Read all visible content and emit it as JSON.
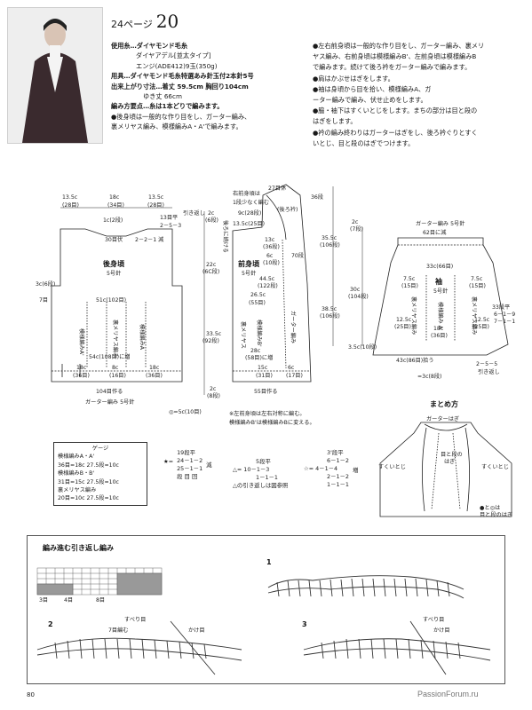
{
  "header": {
    "page_ref": "24ページ",
    "pattern_no": "20"
  },
  "materials": {
    "yarn_label": "使用糸…ダイヤモンド毛糸",
    "yarn_name": "ダイヤアデル[並太タイプ]",
    "yarn_color": "エンジ(ADE412)9玉(350g)",
    "tools": "用具…ダイヤモンド毛糸特選あみ針玉付2本針5号",
    "size": "出来上がり寸法…着丈 59.5cm 胸回り104cm",
    "sleeve": "ゆき丈 66cm",
    "points_title": "編み方要点…糸は1本どりで編みます。",
    "p1": "●後身頃は一般的な作り目をし、ガーター編み、",
    "p1b": "裏メリヤス編み、模様編みA・A'で編みます。"
  },
  "instructions": [
    "●左右前身頃は一般的な作り目をし、ガーター編み、裏メリ",
    "ヤス編み、右前身頃は模様編みB'、左前身頃は模様編みB",
    "で編みます。続けて後ろ衿をガーター編みで編みます。",
    "●肩はかぶせはぎをします。",
    "●袖は身頃から目を拾い、模様編みA、ガ",
    "ーター編みで編み、伏せ止めをします。",
    "●脇・袖下はすくいとじをします。まちの部分は目と段の",
    "はぎをします。",
    "●衿の編み終わりはガーターはぎをし、後ろ衿ぐりとすく",
    "いとじ、目と段のはぎでつけます。"
  ],
  "back": {
    "title": "後身頃",
    "needle": "5号針",
    "top_widths": [
      "13.5c",
      "18c",
      "13.5c"
    ],
    "top_stitches": [
      "(28目)",
      "(34目)",
      "(28目)"
    ],
    "top_center": "1c(2段)",
    "neck_rows": "30目伏",
    "neck_dec": "2－2－1 減",
    "shoulder": "13目平",
    "shoulder2": "2－5－3",
    "shoulder_note": "引き返し",
    "width": "51c(102目)",
    "left_side": "3c(6段)",
    "rows7": "7目",
    "pattern_a1": "模様編みA'",
    "pattern_rev": "裏メリヤス編み",
    "pattern_a2": "模様編みA",
    "inc": "54c(108目)に増",
    "bottom1": "18c",
    "bottom1s": "(36目)",
    "bottom2": "8c",
    "bottom2s": "(16目)",
    "bottom3": "18c",
    "bottom3s": "(36目)",
    "cast_on": "104目作る",
    "garter": "ガーター編み 5号針",
    "h_22": "22c",
    "h_22s": "(6C段)",
    "h_2c": "2c",
    "h_2cs": "(6段)",
    "h_33": "33.5c",
    "h_33s": "(92段)",
    "h_2cb": "2c",
    "h_2cbs": "(8段)"
  },
  "front": {
    "title": "前身頃",
    "needle": "5号針",
    "collar_top": "27目休",
    "collar_label": "(後ろ衿)",
    "collar_side": "36段",
    "note_a": "右前身頃は",
    "note_b": "1段少なく編む",
    "c9": "9c(28段)",
    "c135": "13.5c(25目)",
    "c13": "13c",
    "c13s": "(36段)",
    "c6": "6c",
    "c6s": "(10段)",
    "c445": "44.5c",
    "c445s": "(122段)",
    "c265": "26.5c",
    "c265s": "(55目)",
    "c70": "70段",
    "garter_v": "ガーター編み",
    "pat_b": "模様編みB'",
    "rev": "裏メリヤス",
    "c28": "28c",
    "c28s": "(58目)に増",
    "c15": "15c",
    "c15s": "(31目)",
    "c6b": "6c",
    "c6bs": "(17目)",
    "cast_on": "55目作る",
    "note1": "※左前身頃は左右対称に編む。",
    "note2": "模様編みB'は模様編みBに変える。",
    "c355": "35.5c",
    "c355s": "(106段)",
    "side_note": "後ろに続ける"
  },
  "sleeve": {
    "title": "袖",
    "needle": "5号針",
    "garter_top": "ガーター編み 5号針",
    "top": "62目に減",
    "width": "33c(66目)",
    "left_h": "7.5c",
    "left_hs": "(15目)",
    "right_h": "7.5c",
    "right_hs": "(15目)",
    "rev_l": "裏メリヤス編み",
    "rev_r": "裏メリヤス編み",
    "pat": "模様編み A",
    "c125": "12.5c",
    "c125s": "(25目)",
    "c125r": "12.5c",
    "c125rs": "(25目)",
    "c18": "18c",
    "c18s": "(36目)",
    "c43": "43c(86目)拾う",
    "c2": "2c",
    "c2s": "(7段)",
    "c30": "30c",
    "c30s": "(104段)",
    "c385": "38.5c",
    "c385s": "(106段)",
    "c35": "3.5c(10段)",
    "inc": "33段平",
    "inc2": "6－1－9",
    "inc3": "7－1－1",
    "dec": "2－5－5",
    "dec_note": "引き返し",
    "star": "=3c(8段)",
    "machi": "◎=5c(10目)"
  },
  "finish": {
    "title": "まとめ方",
    "garter_seam": "ガーターはぎ",
    "seam_left": "すくいとじ",
    "seam_right": "すくいとじ",
    "seam_mid": "目と段の",
    "seam_mid2": "はぎ",
    "legend1": "●と◎は",
    "legend2": "目と段のはぎ"
  },
  "gauge": {
    "title": "ゲージ",
    "r1": "模様編みA・A'",
    "r2": "36目=18c 27.5段=10c",
    "r3": "模様編みB・B'",
    "r4": "31目=15c 27.5段=10c",
    "r5": "裏メリヤス編み",
    "r6": "20目=10c 27.5段=10c"
  },
  "reduction": {
    "star_label": "★=",
    "star1": "19段平",
    "star2": "24－1－2",
    "star3": "25－1－1",
    "star4": "段 目 回",
    "star_suffix": "減",
    "tri1": "5段平",
    "tri2": "△= 10－1－3",
    "tri3": "1－1－1",
    "tri4": "△の引き返しは図参照",
    "circ1": "3'段平",
    "circ2": "6－1－2",
    "circ3": "☆= 4－1－4",
    "circ4": "2－1－2",
    "circ5": "1－1－1",
    "circ_suffix": "増"
  },
  "technique": {
    "title": "編み進む引き返し編み",
    "step1": "1",
    "step2": "2",
    "step3": "3",
    "l3": "3目",
    "l4": "4目",
    "l8": "8目",
    "slip": "すべり目",
    "knit2": "7目編む",
    "wrap": "かけ目",
    "wrap2": "かけ目",
    "slip2": "すべり目"
  },
  "footer": {
    "page": "80",
    "watermark": "PassionForum.ru"
  }
}
